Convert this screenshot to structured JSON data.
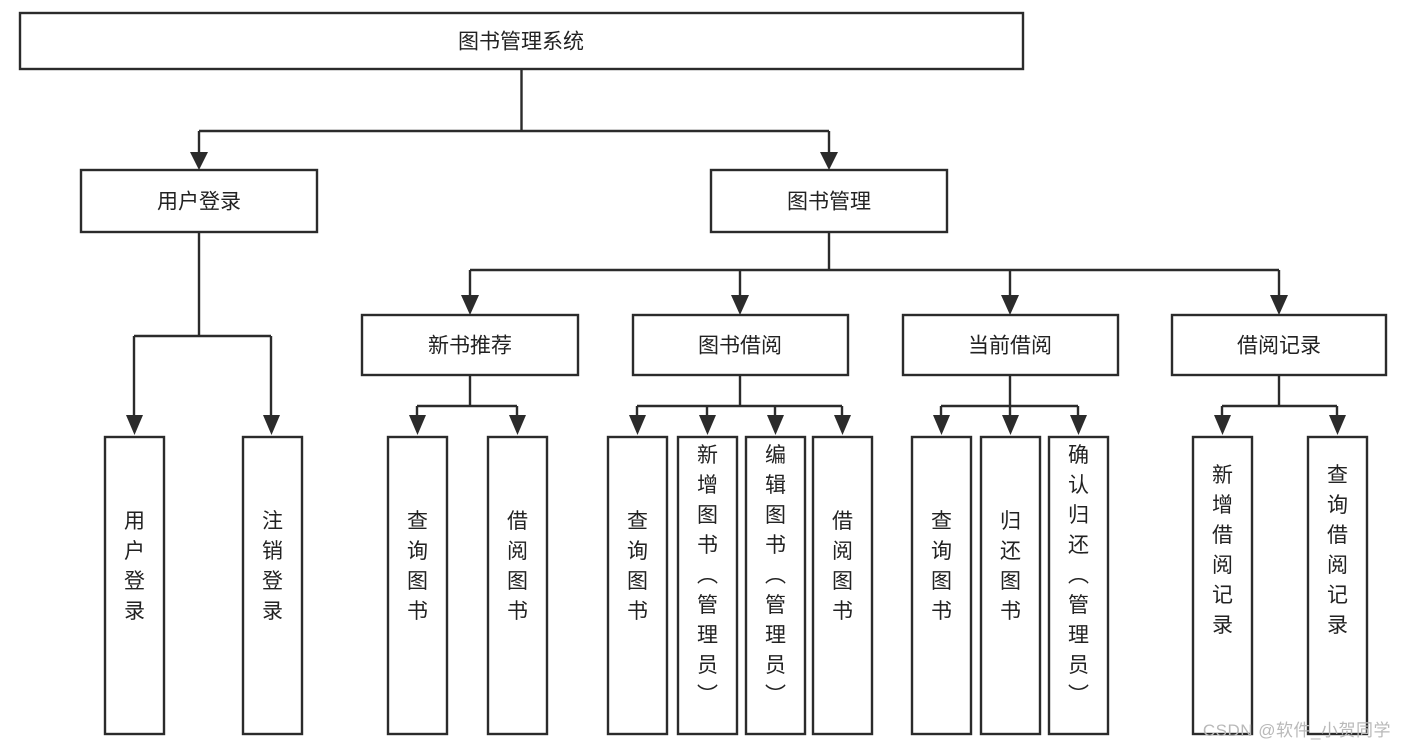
{
  "diagram": {
    "type": "tree-hierarchy-flowchart",
    "title": "图书管理系统",
    "watermark": "CSDN @软件_小贺同学",
    "style": {
      "box_fill": "#ffffff",
      "box_stroke": "#2b2b2b",
      "connector_stroke": "#2b2b2b",
      "text_color": "#222222",
      "background": "#ffffff"
    },
    "levels": {
      "root": {
        "label": "图书管理系统"
      },
      "level2": [
        {
          "id": "user-login",
          "label": "用户登录"
        },
        {
          "id": "book-manage",
          "label": "图书管理"
        }
      ],
      "level3": [
        {
          "id": "new-book-recommend",
          "label": "新书推荐",
          "parent": "book-manage"
        },
        {
          "id": "book-borrow",
          "label": "图书借阅",
          "parent": "book-manage"
        },
        {
          "id": "current-borrow",
          "label": "当前借阅",
          "parent": "book-manage"
        },
        {
          "id": "borrow-record",
          "label": "借阅记录",
          "parent": "book-manage"
        }
      ],
      "leaves": {
        "user-login": [
          {
            "id": "leaf-user-login",
            "label": "用户登录"
          },
          {
            "id": "leaf-logout-login",
            "label": "注销登录"
          }
        ],
        "new-book-recommend": [
          {
            "id": "leaf-query-book-1",
            "label": "查询图书"
          },
          {
            "id": "leaf-borrow-book-1",
            "label": "借阅图书"
          }
        ],
        "book-borrow": [
          {
            "id": "leaf-query-book-2",
            "label": "查询图书"
          },
          {
            "id": "leaf-add-book",
            "label": "新增图书（管理员）"
          },
          {
            "id": "leaf-edit-book",
            "label": "编辑图书（管理员）"
          },
          {
            "id": "leaf-borrow-book-2",
            "label": "借阅图书"
          }
        ],
        "current-borrow": [
          {
            "id": "leaf-query-book-3",
            "label": "查询图书"
          },
          {
            "id": "leaf-return-book",
            "label": "归还图书"
          },
          {
            "id": "leaf-confirm-return",
            "label": "确认归还（管理员）"
          }
        ],
        "borrow-record": [
          {
            "id": "leaf-add-record",
            "label": "新增借阅记录"
          },
          {
            "id": "leaf-query-record",
            "label": "查询借阅记录"
          }
        ]
      }
    }
  }
}
